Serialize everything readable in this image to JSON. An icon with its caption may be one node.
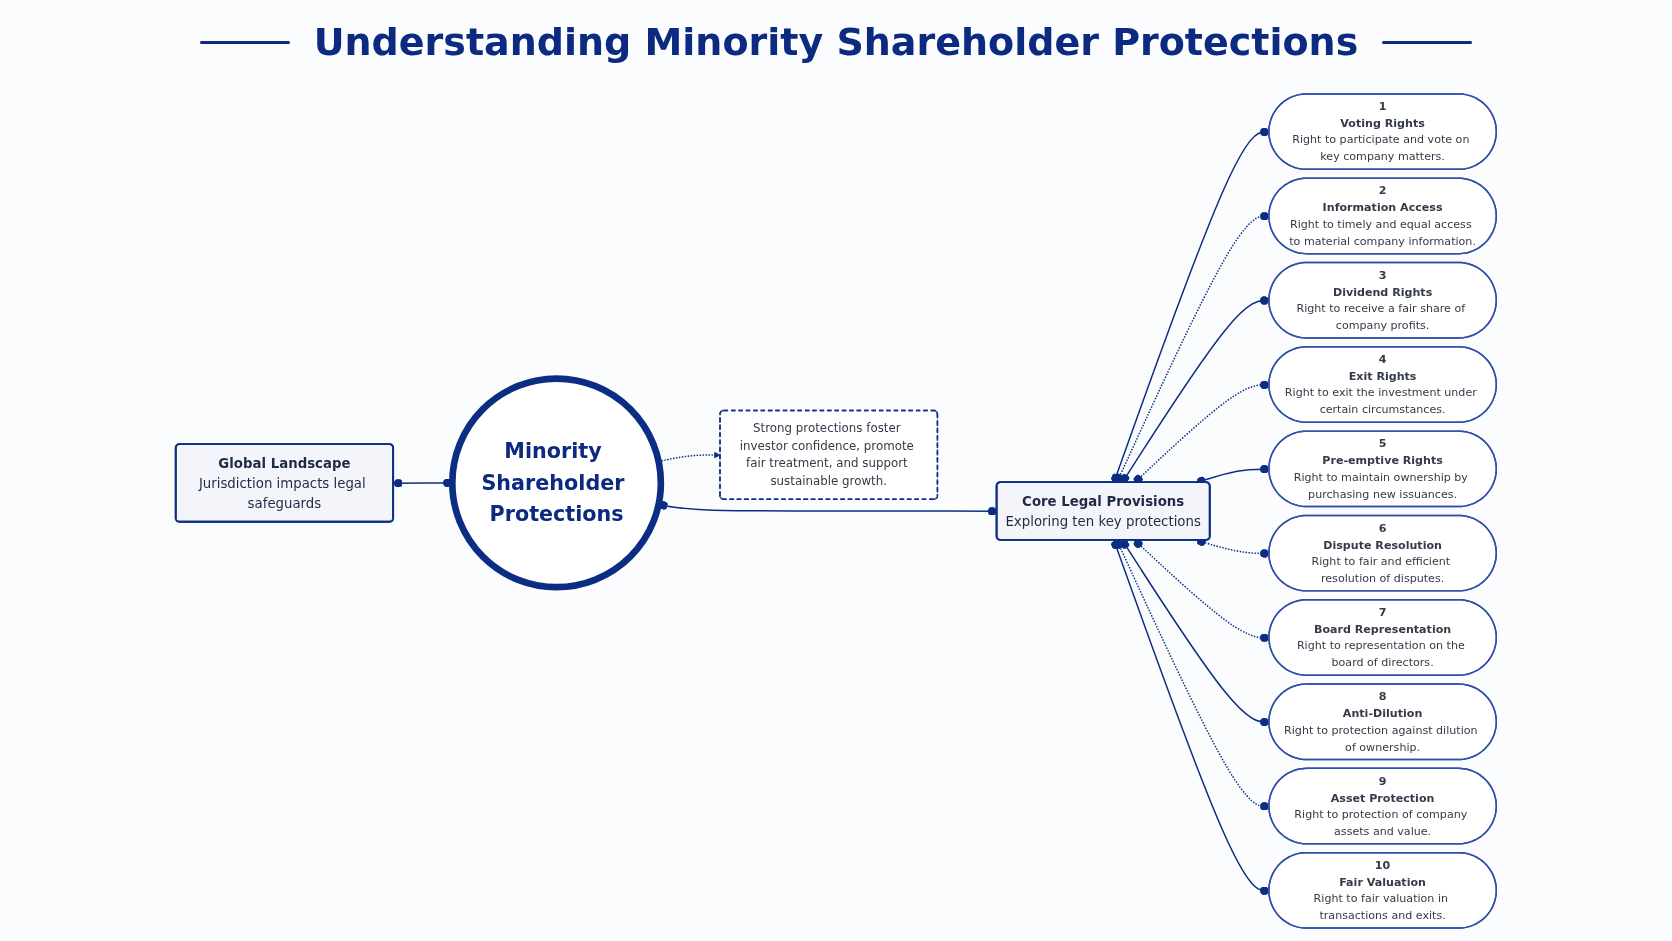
{
  "diagram": {
    "title": "Understanding Minority Shareholder Protections",
    "nodes": [
      {
        "text": [
          "Global Landscape",
          "Jurisdiction impacts legal safeguards"
        ]
      },
      {
        "text": [
          "Minority Shareholder Protections"
        ]
      },
      {
        "text": [
          "Strong protections foster investor confidence, promote fair treatment, and support sustainable growth."
        ]
      },
      {
        "text": [
          "Core Legal Provisions",
          "Exploring ten key protections"
        ]
      },
      {
        "text": [
          "1",
          "Voting Rights",
          "Right to participate and vote on key company matters."
        ]
      },
      {
        "text": [
          "2",
          "Information Access",
          "Right to timely and equal access to material company information."
        ]
      },
      {
        "text": [
          "3",
          "Dividend Rights",
          "Right to receive a fair share of company profits."
        ]
      },
      {
        "text": [
          "4",
          "Exit Rights",
          "Right to exit the investment under certain circumstances."
        ]
      },
      {
        "text": [
          "5",
          "Pre-emptive Rights",
          "Right to maintain ownership by purchasing new issuances."
        ]
      },
      {
        "text": [
          "6",
          "Dispute Resolution",
          "Right to fair and efficient resolution of disputes."
        ]
      },
      {
        "text": [
          "7",
          "Board Representation",
          "Right to representation on the board of directors."
        ]
      },
      {
        "text": [
          "8",
          "Anti-Dilution",
          "Right to protection against dilution of ownership."
        ]
      },
      {
        "text": [
          "9",
          "Asset Protection",
          "Right to protection of company assets and value."
        ]
      },
      {
        "text": [
          "10",
          "Fair Valuation",
          "Right to fair valuation in transactions and exits."
        ]
      }
    ],
    "edges": [
      {
        "from": 0,
        "to": 1,
        "arrow": "other"
      },
      {
        "from": 1,
        "to": 3,
        "arrow": "other"
      },
      {
        "from": 1,
        "to": 2,
        "arrow": "to",
        "style": "dashed"
      },
      {
        "from": 3,
        "to": 4,
        "arrow": "other"
      },
      {
        "from": 3,
        "to": 5,
        "arrow": "other",
        "style": "dashed"
      },
      {
        "from": 3,
        "to": 6,
        "arrow": "other"
      },
      {
        "from": 3,
        "to": 7,
        "arrow": "other",
        "style": "dashed"
      },
      {
        "from": 3,
        "to": 8,
        "arrow": "other"
      },
      {
        "from": 3,
        "to": 9,
        "arrow": "other",
        "style": "dashed"
      },
      {
        "from": 3,
        "to": 10,
        "arrow": "other",
        "style": "dashed"
      },
      {
        "from": 3,
        "to": 11,
        "arrow": "other"
      },
      {
        "from": 3,
        "to": 12,
        "arrow": "other",
        "style": "dashed"
      },
      {
        "from": 3,
        "to": 13,
        "arrow": "other"
      }
    ]
  }
}
